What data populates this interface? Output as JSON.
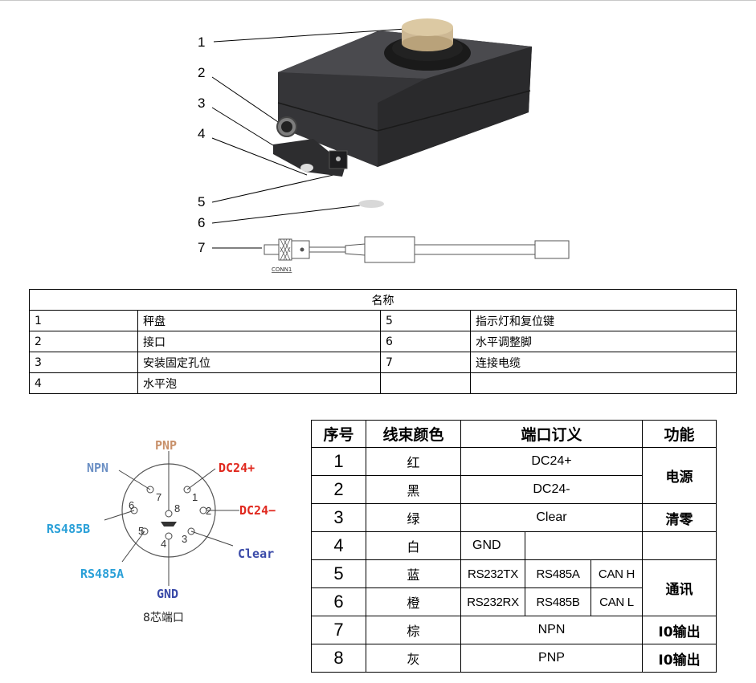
{
  "callouts": [
    "1",
    "2",
    "3",
    "4",
    "5",
    "6",
    "7"
  ],
  "connector_label": "CONN1",
  "names_table": {
    "header": "名称",
    "rows": [
      {
        "n1": "1",
        "name1": "秤盘",
        "n2": "5",
        "name2": "指示灯和复位键"
      },
      {
        "n1": "2",
        "name1": "接口",
        "n2": "6",
        "name2": "水平调整脚"
      },
      {
        "n1": "3",
        "name1": "安装固定孔位",
        "n2": "7",
        "name2": "连接电缆"
      },
      {
        "n1": "4",
        "name1": "水平泡",
        "n2": "",
        "name2": ""
      }
    ]
  },
  "pinout": {
    "labels": {
      "pnp": "PNP",
      "npn": "NPN",
      "dc24p": "DC24+",
      "dc24m": "DC24−",
      "rs485b": "RS485B",
      "rs485a": "RS485A",
      "clear": "Clear",
      "gnd": "GND"
    },
    "pin_numbers": [
      "1",
      "2",
      "3",
      "4",
      "5",
      "6",
      "7",
      "8"
    ],
    "caption": "8芯端口",
    "colors": {
      "pnp": "#c8906a",
      "npn": "#6b8fc4",
      "dc": "#e0281e",
      "rs485": "#2aa0d8",
      "clear": "#3a4aa8",
      "gnd": "#3a4aa8"
    }
  },
  "wiring_table": {
    "headers": {
      "seq": "序号",
      "color": "线束颜色",
      "port": "端口订义",
      "func": "功能"
    },
    "rows": [
      {
        "seq": "1",
        "color": "红",
        "def": "DC24+"
      },
      {
        "seq": "2",
        "color": "黑",
        "def": "DC24-"
      },
      {
        "seq": "3",
        "color": "绿",
        "def": "Clear"
      },
      {
        "seq": "4",
        "color": "白",
        "def": "GND"
      },
      {
        "seq": "5",
        "color": "蓝",
        "d1": "RS232TX",
        "d2": "RS485A",
        "d3": "CAN H"
      },
      {
        "seq": "6",
        "color": "橙",
        "d1": "RS232RX",
        "d2": "RS485B",
        "d3": "CAN L"
      },
      {
        "seq": "7",
        "color": "棕",
        "def": "NPN"
      },
      {
        "seq": "8",
        "color": "灰",
        "def": "PNP"
      }
    ],
    "functions": {
      "power": "电源",
      "clear": "清零",
      "comm": "通讯",
      "io7": "I0输出",
      "io8": "I0输出"
    }
  }
}
